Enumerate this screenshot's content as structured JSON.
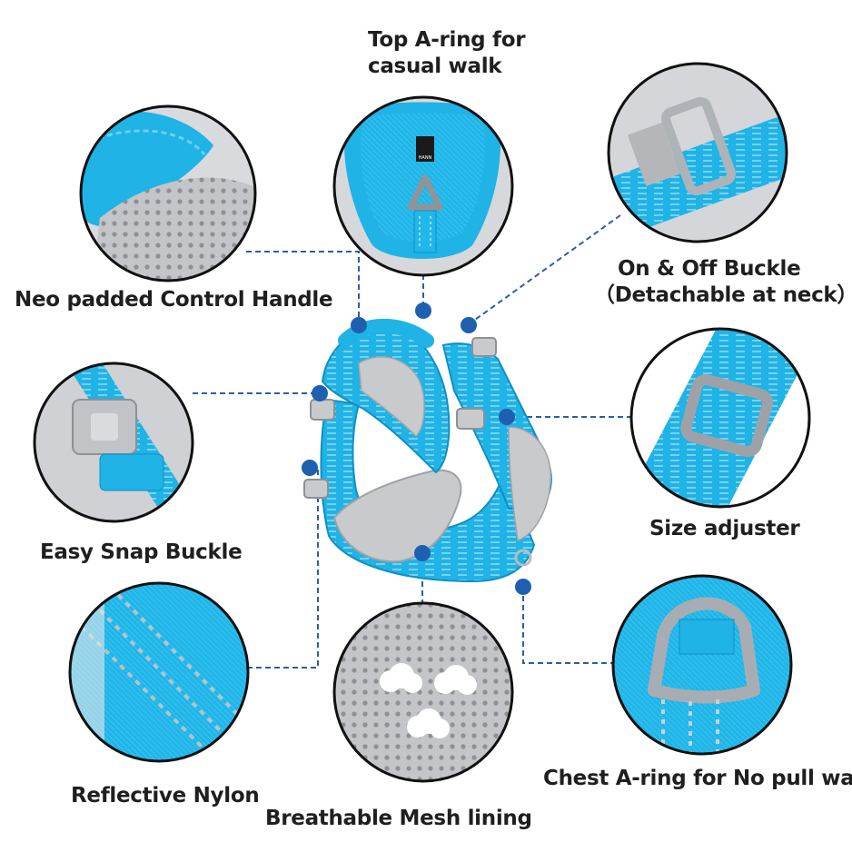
{
  "labels": {
    "top_aring_line1": "Top A-ring for",
    "top_aring_line2": "casual walk",
    "control_handle": "Neo padded Control Handle",
    "buckle_line1": "On & Off Buckle",
    "buckle_line2": "（Detachable at neck）",
    "snap_buckle": "Easy Snap Buckle",
    "size_adjuster": "Size adjuster",
    "reflective_nylon": "Reflective Nylon",
    "mesh_lining": "Breathable Mesh lining",
    "chest_aring": "Chest A-ring for No pull walk"
  },
  "brand_tag": "HANN",
  "colors": {
    "strap_blue": "#1fb3e6",
    "strap_blue_dark": "#0f8fc4",
    "padding_gray": "#c9cacc",
    "mesh_gray": "#b9babd",
    "dot_blue": "#1f5fb0",
    "dash_blue": "#2a5ea8",
    "metal": "#b7bcc2",
    "text": "#1f1f1f"
  }
}
